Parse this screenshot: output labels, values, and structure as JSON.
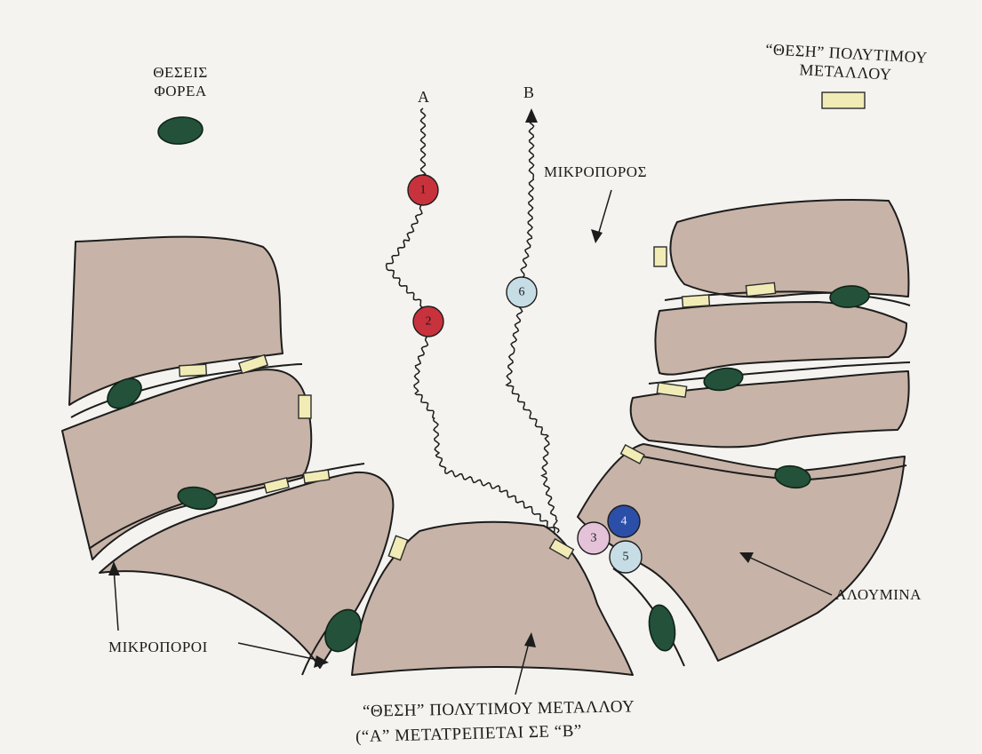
{
  "legend": {
    "carrier_sites": {
      "line1": "ΘΕΣΕΙΣ",
      "line2": "ΦΟΡΕΑ",
      "color": "#24513a"
    },
    "metal_site": {
      "line1": "“ΘΕΣΗ” ΠΟΛΥΤΙΜΟΥ",
      "line2": "ΜΕΤΑΛΛΟΥ",
      "color": "#f1ecb6"
    }
  },
  "paths": {
    "a_label": "A",
    "b_label": "B"
  },
  "labels": {
    "micropore": "ΜΙΚΡΟΠΟΡΟΣ",
    "micropores": "ΜΙΚΡΟΠΟΡΟΙ",
    "alumina": "ΑΛΟΥΜΙΝΑ",
    "bottom_line1": "“ΘΕΣΗ” ΠΟΛΥΤΙΜΟΥ ΜΕΤΑΛΛΟΥ",
    "bottom_line2": "(“A” ΜΕΤΑΤΡΕΠΕΤΑΙ ΣΕ “B”"
  },
  "molecules": [
    {
      "id": "1",
      "color": "#c8323c"
    },
    {
      "id": "2",
      "color": "#c8323c"
    },
    {
      "id": "3",
      "color": "#e4c2d8"
    },
    {
      "id": "4",
      "color": "#2b4fa8"
    },
    {
      "id": "5",
      "color": "#c6dde6"
    },
    {
      "id": "6",
      "color": "#c6dde6"
    }
  ]
}
